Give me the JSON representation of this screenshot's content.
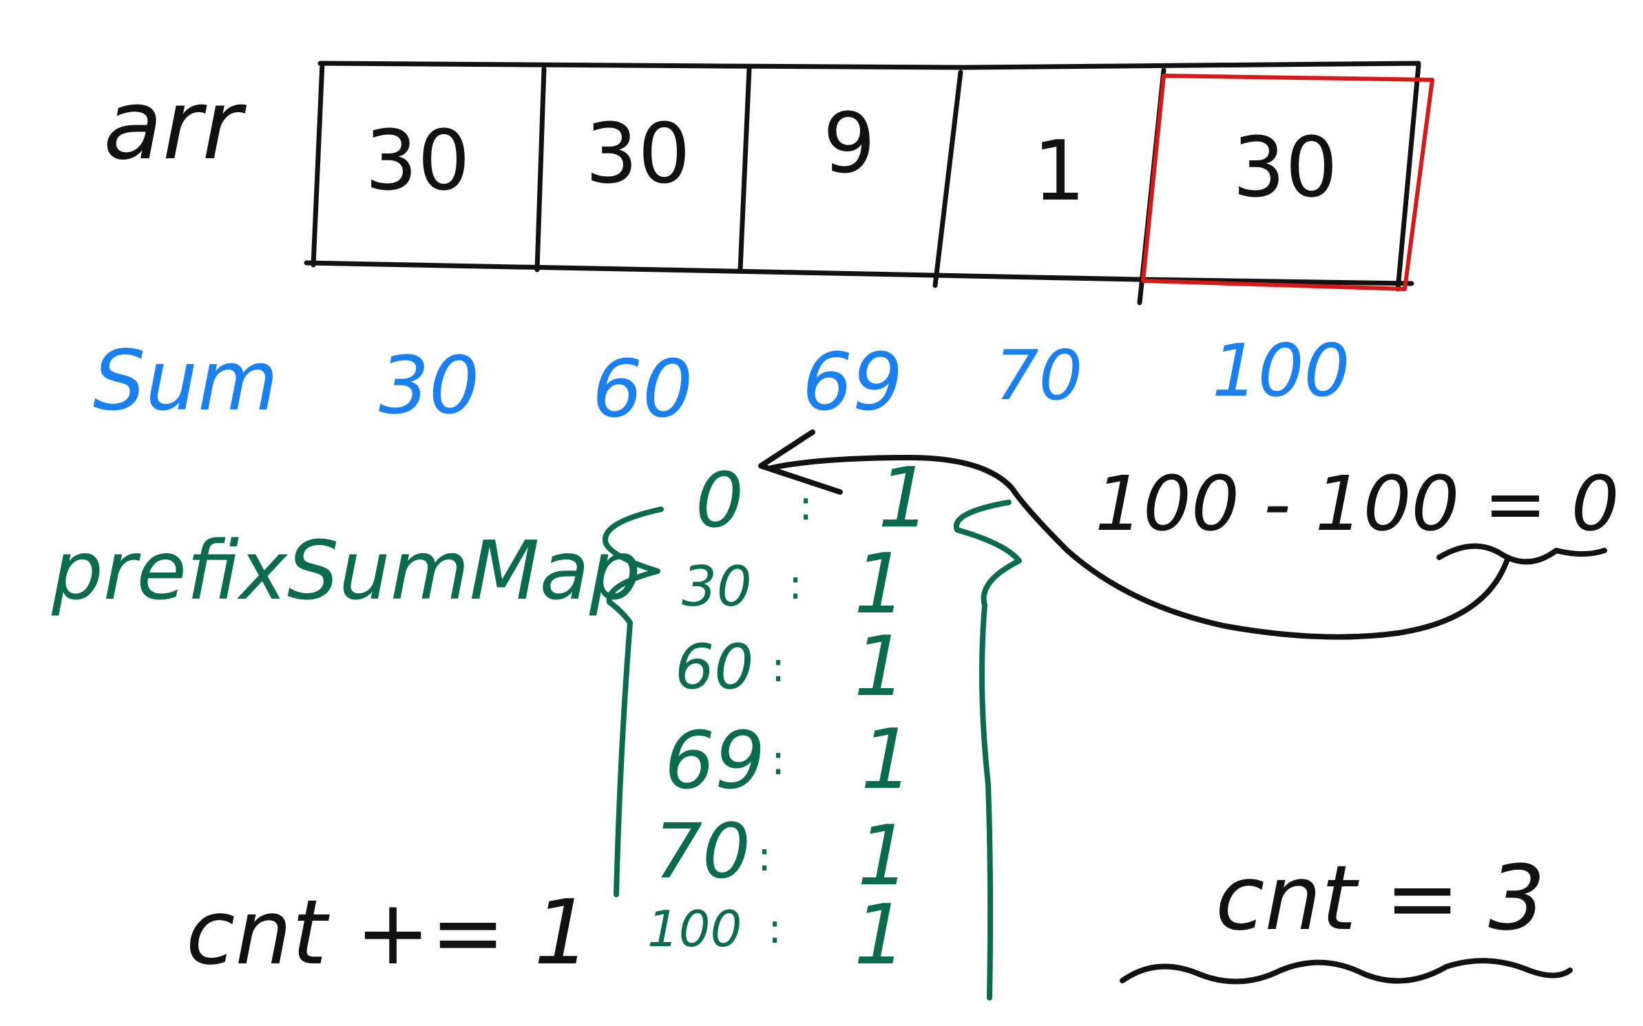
{
  "arr": {
    "label": "arr",
    "values": [
      "30",
      "30",
      "9",
      "1",
      "30"
    ],
    "highlighted_index": 4
  },
  "sum": {
    "label": "Sum",
    "values": [
      "30",
      "60",
      "69",
      "70",
      "100"
    ]
  },
  "prefix_sum_map": {
    "label": "prefixSumMap",
    "entries": [
      {
        "key": "0",
        "sep": ":",
        "value": "1"
      },
      {
        "key": "30",
        "sep": ":",
        "value": "1"
      },
      {
        "key": "60",
        "sep": ":",
        "value": "1"
      },
      {
        "key": "69",
        "sep": ":",
        "value": "1"
      },
      {
        "key": "70",
        "sep": ":",
        "value": "1"
      },
      {
        "key": "100",
        "sep": ":",
        "value": "1"
      }
    ]
  },
  "lookup_expression": "100 - 100 = 0",
  "cnt_increment": "cnt += 1",
  "cnt_result": "cnt = 3",
  "colors": {
    "black_ink": "#111111",
    "blue_ink": "#1a7ff0",
    "green_ink": "#0a6b4e",
    "highlight_red": "#d81818"
  }
}
